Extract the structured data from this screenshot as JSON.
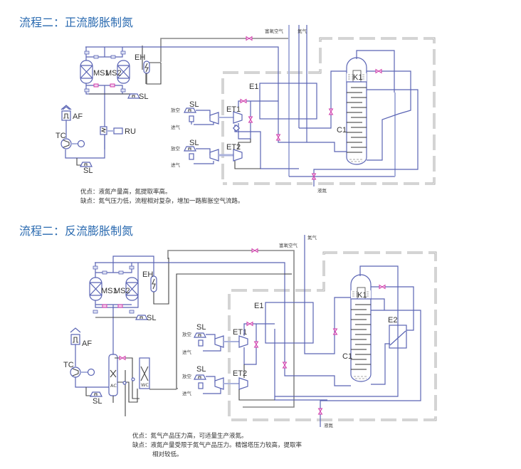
{
  "section1": {
    "title": "流程二：正流膨胀制氮",
    "labels": {
      "ms1": "MS1",
      "ms2": "MS2",
      "eh": "EH",
      "sl": "SL",
      "af": "AF",
      "tc": "TC",
      "ru": "RU",
      "e1": "E1",
      "et1": "ET1",
      "et2": "ET2",
      "c1": "C1",
      "k1": "K1"
    },
    "streams": {
      "oxygen_rich_air": "富氧空气",
      "nitrogen": "氮气",
      "liquid_nitrogen": "液氮",
      "vent": "放空",
      "inlet": "进气"
    },
    "advantages": "优点：液氮产量高，氮提取率高。",
    "disadvantages": "缺点：氮气压力低，流程相对复杂，增加一路膨胀空气流路。"
  },
  "section2": {
    "title": "流程二：反流膨胀制氮",
    "labels": {
      "ms1": "MS1",
      "ms2": "MS2",
      "eh": "EH",
      "sl": "SL",
      "af": "AF",
      "tc": "TC",
      "ac": "AC",
      "wc": "WC",
      "e1": "E1",
      "e2": "E2",
      "et1": "ET1",
      "et2": "ET2",
      "c1": "C1",
      "k1": "K1"
    },
    "streams": {
      "oxygen_rich_air": "富氧空气",
      "nitrogen": "氮气",
      "liquid_nitrogen": "液氮",
      "vent": "放空",
      "inlet": "进气"
    },
    "advantages": "优点：氮气产品压力高，可适量生产液氮。",
    "disadvantages_line1": "缺点：液氮产量受限于氮气产品压力。精馏塔压力较高，提取率",
    "disadvantages_line2": "相对较低。"
  },
  "colors": {
    "title": "#2a6ab0",
    "pipe": "#5a64b4",
    "valve": "#d03caa"
  }
}
